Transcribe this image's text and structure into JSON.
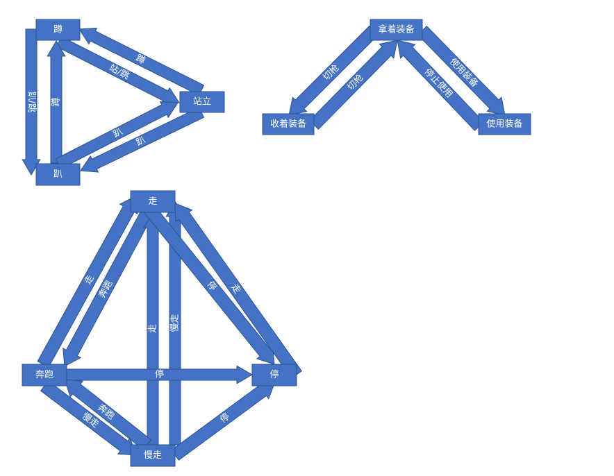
{
  "diagrams": [
    {
      "name": "posture",
      "nodes": {
        "squat": "蹲",
        "stand": "站立",
        "prone": "趴"
      },
      "edges": [
        {
          "id": "squat_stand",
          "from": "squat",
          "to": "stand",
          "label": "站/跳"
        },
        {
          "id": "stand_squat",
          "from": "stand",
          "to": "squat",
          "label": "蹲"
        },
        {
          "id": "squat_prone",
          "from": "squat",
          "to": "prone",
          "label": "趴/跳"
        },
        {
          "id": "prone_squat",
          "from": "prone",
          "to": "squat",
          "label": "蹲"
        },
        {
          "id": "prone_stand",
          "from": "prone",
          "to": "stand",
          "label": "趴"
        },
        {
          "id": "stand_prone",
          "from": "stand",
          "to": "prone",
          "label": "趴"
        }
      ]
    },
    {
      "name": "equipment",
      "nodes": {
        "holding": "拿着装备",
        "stowed": "收着装备",
        "using": "使用装备"
      },
      "edges": [
        {
          "id": "holding_stowed",
          "from": "holding",
          "to": "stowed",
          "label": "切枪"
        },
        {
          "id": "stowed_holding",
          "from": "stowed",
          "to": "holding",
          "label": "切枪"
        },
        {
          "id": "using_holding",
          "from": "using",
          "to": "holding",
          "label": "停止使用"
        },
        {
          "id": "holding_using",
          "from": "holding",
          "to": "using",
          "label": "使用装备"
        }
      ]
    },
    {
      "name": "movement",
      "nodes": {
        "walk": "走",
        "run": "奔跑",
        "stop": "停",
        "slow": "慢走"
      },
      "edges": [
        {
          "id": "run_walk",
          "from": "run",
          "to": "walk",
          "label": "走"
        },
        {
          "id": "walk_run",
          "from": "walk",
          "to": "run",
          "label": "奔跑"
        },
        {
          "id": "slow_walk_a",
          "from": "slow",
          "to": "walk",
          "label": "走"
        },
        {
          "id": "slow_walk_b",
          "from": "slow",
          "to": "walk",
          "label": "慢走"
        },
        {
          "id": "walk_stop",
          "from": "walk",
          "to": "stop",
          "label": "停"
        },
        {
          "id": "stop_walk",
          "from": "stop",
          "to": "walk",
          "label": "走"
        },
        {
          "id": "run_stop",
          "from": "run",
          "to": "stop",
          "label": "停"
        },
        {
          "id": "run_slow",
          "from": "run",
          "to": "slow",
          "label": "慢走"
        },
        {
          "id": "slow_run",
          "from": "slow",
          "to": "run",
          "label": "奔跑"
        },
        {
          "id": "slow_stop",
          "from": "slow",
          "to": "stop",
          "label": "停"
        }
      ]
    }
  ]
}
